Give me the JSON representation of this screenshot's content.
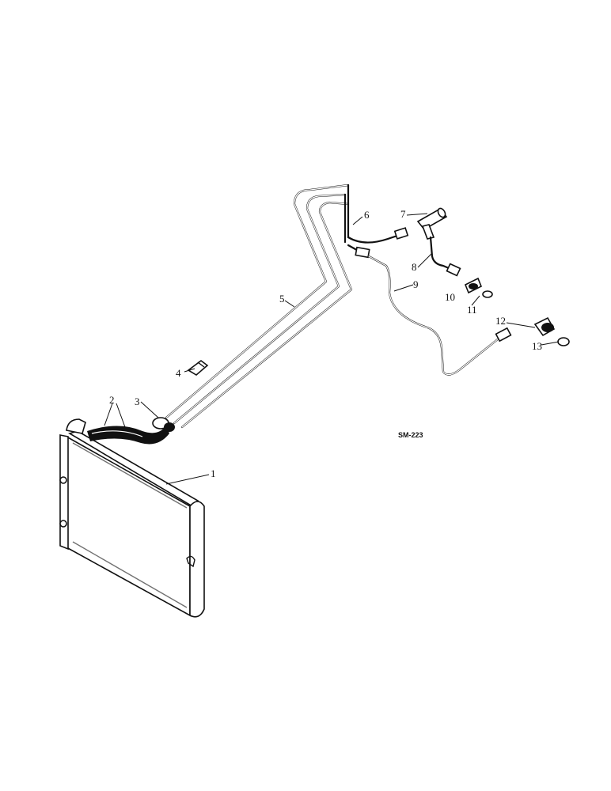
{
  "figure": {
    "reference_code": "SM-223",
    "callouts": [
      {
        "id": "1",
        "text": "1"
      },
      {
        "id": "2",
        "text": "2"
      },
      {
        "id": "3",
        "text": "3"
      },
      {
        "id": "4",
        "text": "4"
      },
      {
        "id": "5",
        "text": "5"
      },
      {
        "id": "6",
        "text": "6"
      },
      {
        "id": "7",
        "text": "7"
      },
      {
        "id": "8",
        "text": "8"
      },
      {
        "id": "9",
        "text": "9"
      },
      {
        "id": "10",
        "text": "10"
      },
      {
        "id": "11",
        "text": "11"
      },
      {
        "id": "12",
        "text": "12"
      },
      {
        "id": "13",
        "text": "13"
      }
    ]
  }
}
